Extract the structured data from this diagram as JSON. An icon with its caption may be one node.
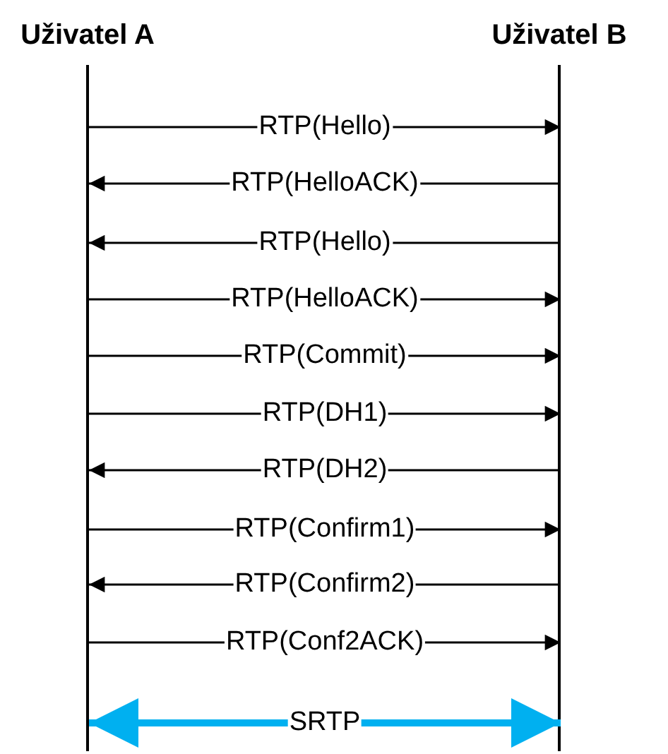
{
  "diagram": {
    "nodes": [
      {
        "text": [
          "Uživatel A"
        ]
      },
      {
        "text": [
          "Uživatel B"
        ]
      }
    ],
    "edges": [
      {
        "from": 0,
        "to": 1,
        "arrow": "to",
        "label": "RTP(Hello)"
      },
      {
        "from": 1,
        "to": 0,
        "arrow": "to",
        "label": "RTP(HelloACK)"
      },
      {
        "from": 1,
        "to": 0,
        "arrow": "to",
        "label": "RTP(Hello)"
      },
      {
        "from": 0,
        "to": 1,
        "arrow": "to",
        "label": "RTP(HelloACK)"
      },
      {
        "from": 0,
        "to": 1,
        "arrow": "to",
        "label": "RTP(Commit)"
      },
      {
        "from": 0,
        "to": 1,
        "arrow": "to",
        "label": "RTP(DH1)"
      },
      {
        "from": 1,
        "to": 0,
        "arrow": "to",
        "label": "RTP(DH2)"
      },
      {
        "from": 0,
        "to": 1,
        "arrow": "to",
        "label": "RTP(Confirm1)"
      },
      {
        "from": 1,
        "to": 0,
        "arrow": "to",
        "label": "RTP(Confirm2)"
      },
      {
        "from": 0,
        "to": 1,
        "arrow": "to",
        "label": "RTP(Conf2ACK)"
      },
      {
        "from": 0,
        "to": 1,
        "arrow": "both",
        "label": "SRTP",
        "style": "thick",
        "color": "#00b0f0"
      }
    ]
  }
}
